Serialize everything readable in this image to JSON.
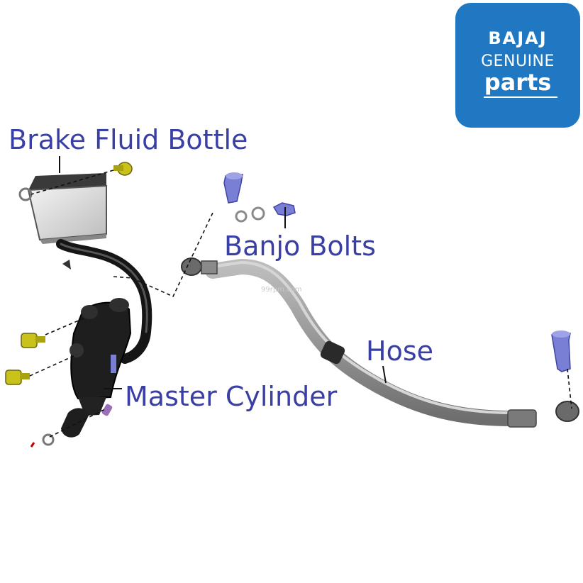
{
  "labels": {
    "brake_fluid_bottle": "Brake Fluid Bottle",
    "banjo_bolts": "Banjo Bolts",
    "hose": "Hose",
    "master_cylinder": "Master Cylinder"
  },
  "logo": {
    "brand": "BAJAJ",
    "line1": "GENUINE",
    "line2": "parts"
  },
  "watermark": "99rpm.com",
  "colors": {
    "label": "#3a3fa6",
    "logo_bg": "#1f78c1",
    "bolt_yellow": "#c9c21a",
    "banjo_bolt": "#7a7fd6",
    "part_dark": "#1e1e1e",
    "hose_grey": "#8e8e8e"
  }
}
